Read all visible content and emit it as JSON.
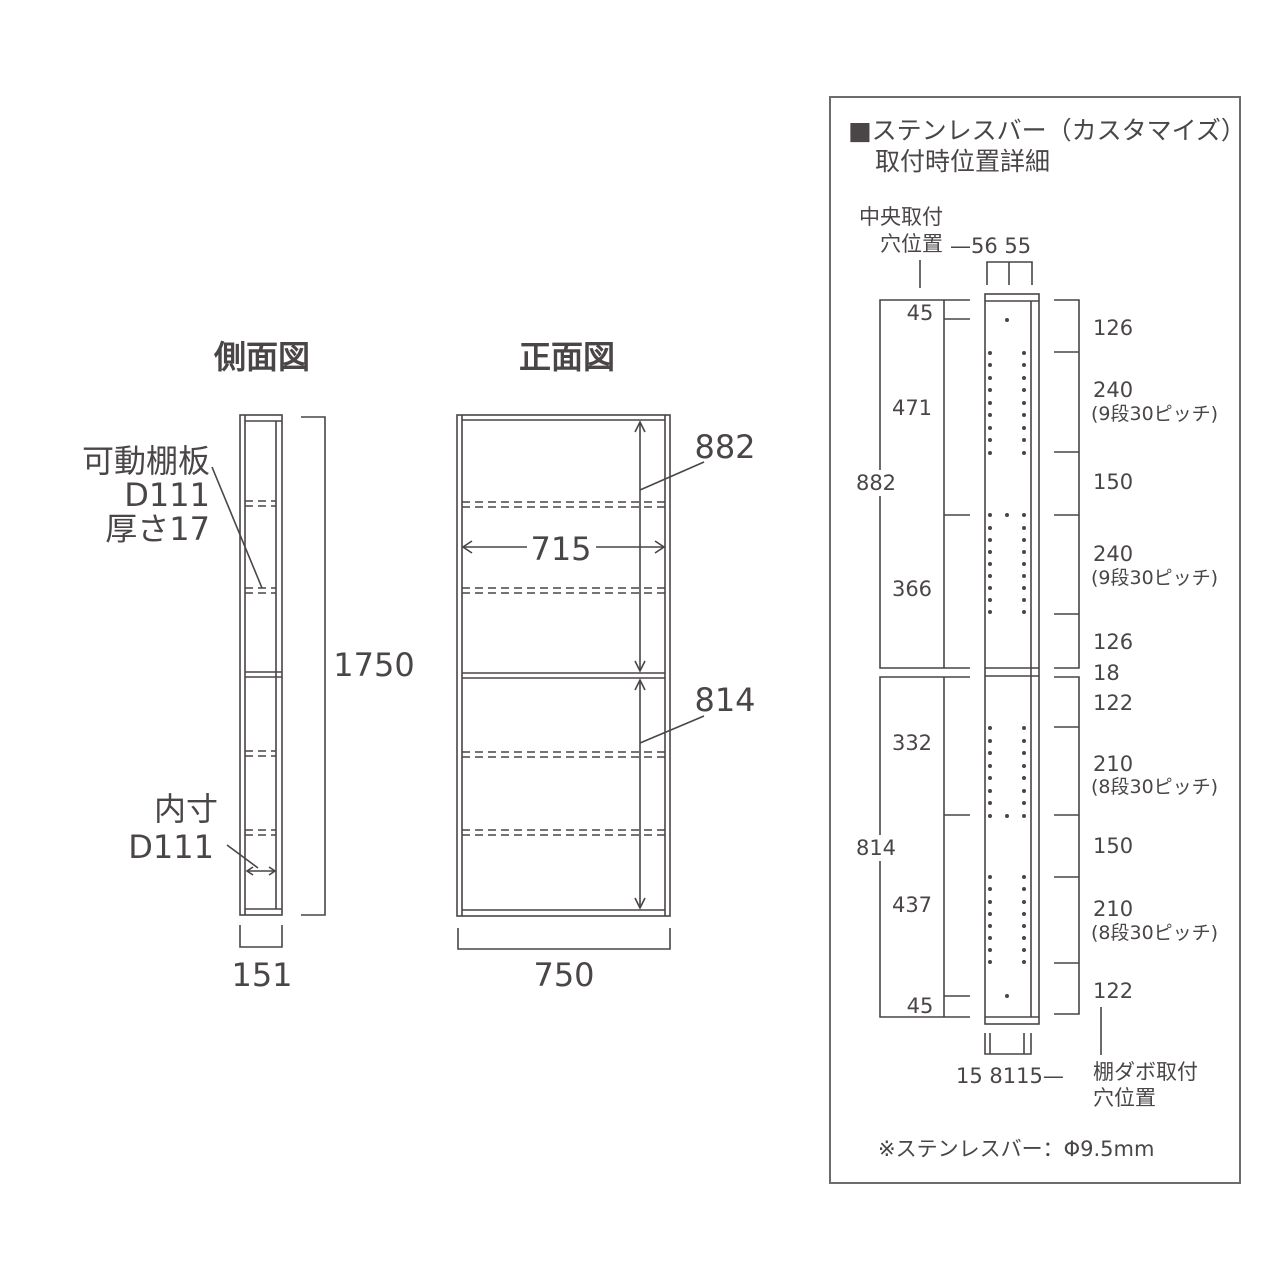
{
  "side_view": {
    "title": "側面図",
    "shelf_label": [
      "可動棚板",
      "D111",
      "厚さ17"
    ],
    "inner_label": [
      "内寸",
      "D111"
    ],
    "height": "1750",
    "depth": "151"
  },
  "front_view": {
    "title": "正面図",
    "inner_width": "715",
    "upper_height": "882",
    "lower_height": "814",
    "width": "750"
  },
  "detail_panel": {
    "title_line1": "■ステンレスバー（カスタマイズ）",
    "title_line2": "取付時位置詳細",
    "center_hole_label": [
      "中央取付",
      "穴位置"
    ],
    "top_widths": "—56 55",
    "left_dims": {
      "upper_total": "882",
      "lower_total": "814",
      "upper_top": "45",
      "upper_a": "471",
      "upper_b": "366",
      "lower_a": "332",
      "lower_b": "437",
      "lower_bottom": "45"
    },
    "right_dims": [
      {
        "value": "126",
        "note": ""
      },
      {
        "value": "240",
        "note": "(9段30ピッチ)"
      },
      {
        "value": "150",
        "note": ""
      },
      {
        "value": "240",
        "note": "(9段30ピッチ)"
      },
      {
        "value": "126",
        "note": ""
      },
      {
        "value": "18",
        "note": ""
      },
      {
        "value": "122",
        "note": ""
      },
      {
        "value": "210",
        "note": "(8段30ピッチ)"
      },
      {
        "value": "150",
        "note": ""
      },
      {
        "value": "210",
        "note": "(8段30ピッチ)"
      },
      {
        "value": "122",
        "note": ""
      }
    ],
    "bottom_widths": "15 8115—",
    "dowel_hole_label": [
      "棚ダボ取付",
      "穴位置"
    ],
    "footnote": "※ステンレスバー：Φ9.5mm"
  }
}
